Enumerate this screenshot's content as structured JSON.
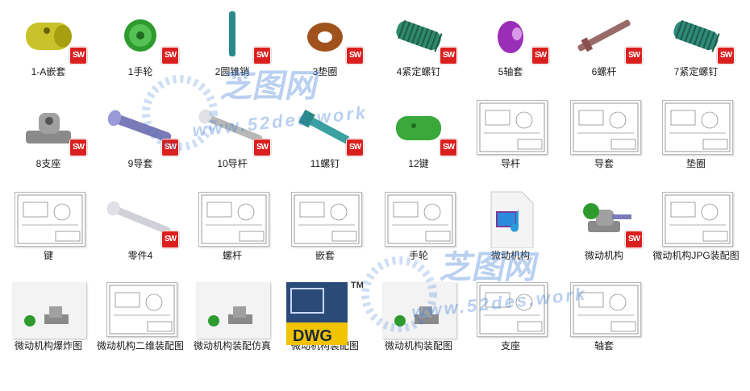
{
  "files": [
    {
      "label": "1-A嵌套",
      "kind": "part",
      "color": "#c9c22a",
      "sw": true
    },
    {
      "label": "1手轮",
      "kind": "wheel",
      "color": "#2e9b2e",
      "sw": true
    },
    {
      "label": "2圆锥销",
      "kind": "pin",
      "color": "#2a8a8a",
      "sw": true
    },
    {
      "label": "3垫圈",
      "kind": "washer",
      "color": "#a0521d",
      "sw": true
    },
    {
      "label": "4紧定螺钉",
      "kind": "screw",
      "color": "#2e8a6a",
      "sw": true
    },
    {
      "label": "5轴套",
      "kind": "sleeve",
      "color": "#9b2eb8",
      "sw": true
    },
    {
      "label": "6螺杆",
      "kind": "rod",
      "color": "#9a6a6a",
      "sw": true
    },
    {
      "label": "7紧定螺钉",
      "kind": "screw",
      "color": "#2e8a7a",
      "sw": true
    },
    {
      "label": "8支座",
      "kind": "base",
      "color": "#8a8a8a",
      "sw": true
    },
    {
      "label": "9导套",
      "kind": "guide",
      "color": "#7a7ab8",
      "sw": true
    },
    {
      "label": "10导杆",
      "kind": "bar",
      "color": "#b8b8b8",
      "sw": true
    },
    {
      "label": "11螺钉",
      "kind": "bolt",
      "color": "#2a8a8a",
      "sw": true
    },
    {
      "label": "12键",
      "kind": "key",
      "color": "#3aa83a",
      "sw": true
    },
    {
      "label": "导杆",
      "kind": "drawing",
      "sw": false
    },
    {
      "label": "导套",
      "kind": "drawing",
      "sw": false
    },
    {
      "label": "垫圈",
      "kind": "drawing",
      "sw": false
    },
    {
      "label": "键",
      "kind": "drawing",
      "sw": false
    },
    {
      "label": "零件4",
      "kind": "bar",
      "color": "#d0d0d8",
      "sw": true
    },
    {
      "label": "螺杆",
      "kind": "drawing",
      "sw": false
    },
    {
      "label": "嵌套",
      "kind": "drawing",
      "sw": false
    },
    {
      "label": "手轮",
      "kind": "drawing",
      "sw": false
    },
    {
      "label": "微动机构",
      "kind": "media",
      "sw": false
    },
    {
      "label": "微动机构",
      "kind": "assembly",
      "sw": true
    },
    {
      "label": "微动机构JPG装配图",
      "kind": "drawing",
      "sw": false
    },
    {
      "label": "微动机构爆炸图",
      "kind": "render",
      "sw": false
    },
    {
      "label": "微动机构二维装配图",
      "kind": "drawing",
      "sw": false
    },
    {
      "label": "微动机构装配仿真",
      "kind": "render",
      "sw": false
    },
    {
      "label": "微动机构装配图",
      "kind": "dwg",
      "sw": false
    },
    {
      "label": "微动机构装配图",
      "kind": "render",
      "sw": false
    },
    {
      "label": "支座",
      "kind": "drawing",
      "sw": false
    },
    {
      "label": "轴套",
      "kind": "drawing",
      "sw": false
    }
  ],
  "sw_badge": "SW",
  "dwg_badge": "DWG",
  "tm_mark": "TM",
  "watermark": {
    "logo": "芝图网",
    "url": "www.52des.work"
  }
}
